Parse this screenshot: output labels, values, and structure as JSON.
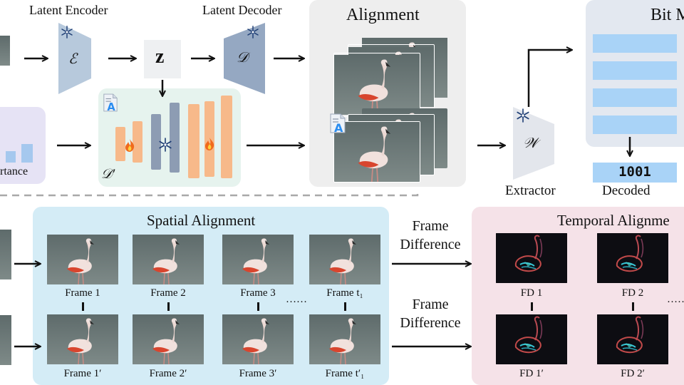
{
  "top": {
    "encoder_label": "Latent Encoder",
    "encoder_symbol": "ℰ",
    "z_symbol": "z",
    "decoder_label": "Latent Decoder",
    "decoder_symbol": "𝒟",
    "decoder_prime_symbol": "𝒟′",
    "alignment_title": "Alignment",
    "importance_fragment": "rtance",
    "extractor_symbol": "𝒲",
    "extractor_label": "Extractor",
    "bit_title": "Bit M",
    "decoded_bits": "1001",
    "decoded_label": "Decoded"
  },
  "spatial": {
    "title": "Spatial Alignment",
    "row1": [
      "Frame 1",
      "Frame 2",
      "Frame 3",
      "Frame t₁"
    ],
    "row2": [
      "Frame 1′",
      "Frame 2′",
      "Frame 3′",
      "Frame t′₁"
    ],
    "dots": "……"
  },
  "middle": {
    "diff1_line1": "Frame",
    "diff1_line2": "Difference",
    "diff2_line1": "Frame",
    "diff2_line2": "Difference"
  },
  "temporal": {
    "title": "Temporal Alignme",
    "row1": [
      "FD 1",
      "FD 2"
    ],
    "row2": [
      "FD 1′",
      "FD 2′"
    ],
    "dots": "……"
  },
  "colors": {
    "alignment_panel": "#eeeeee",
    "spatial_panel": "#d4ecf6",
    "temporal_panel": "#f5e2e8",
    "encoder_shape": "#b7c9dc",
    "unet_panel": "#e6f3ee",
    "bar_orange": "#f7b98a",
    "bar_slate": "#8d9cb3",
    "bit_rows": "#a9d3f7",
    "bit_panel": "#e3e8f0"
  },
  "icons": [
    "snowflake-icon",
    "fire-icon",
    "text-prompt-icon",
    "arrow-icon"
  ]
}
